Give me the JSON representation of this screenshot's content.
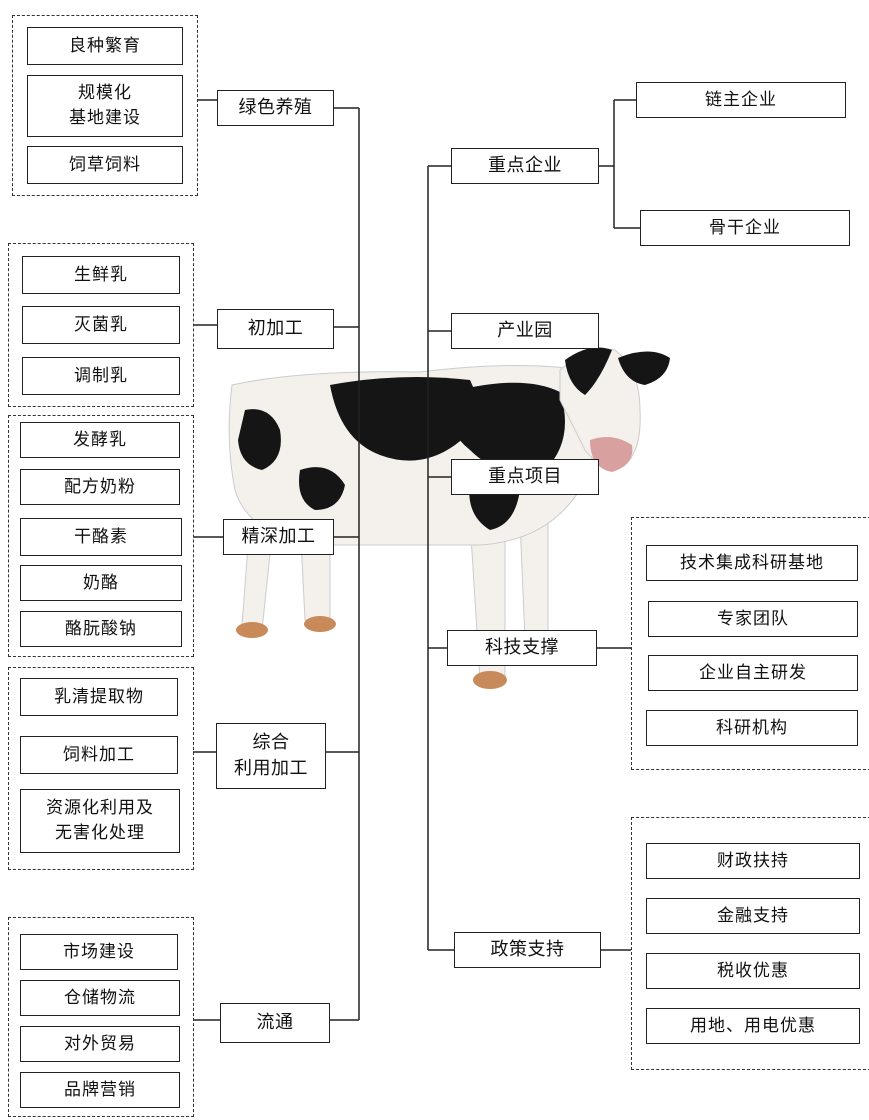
{
  "left_branches": [
    {
      "label": "绿色养殖",
      "items": [
        "良种繁育",
        "规模化\n基地建设",
        "饲草饲料"
      ]
    },
    {
      "label": "初加工",
      "items": [
        "生鲜乳",
        "灭菌乳",
        "调制乳"
      ]
    },
    {
      "label": "精深加工",
      "items": [
        "发酵乳",
        "配方奶粉",
        "干酪素",
        "奶酪",
        "酪朊酸钠"
      ]
    },
    {
      "label": "综合\n利用加工",
      "items": [
        "乳清提取物",
        "饲料加工",
        "资源化利用及\n无害化处理"
      ]
    },
    {
      "label": "流通",
      "items": [
        "市场建设",
        "仓储物流",
        "对外贸易",
        "品牌营销"
      ]
    }
  ],
  "right_branches": [
    {
      "label": "重点企业",
      "items": [
        "链主企业",
        "骨干企业"
      ]
    },
    {
      "label": "产业园",
      "items": []
    },
    {
      "label": "重点项目",
      "items": []
    },
    {
      "label": "科技支撑",
      "items": [
        "技术集成科研基地",
        "专家团队",
        "企业自主研发",
        "科研机构"
      ]
    },
    {
      "label": "政策支持",
      "items": [
        "财政扶持",
        "金融支持",
        "税收优惠",
        "用地、用电优惠"
      ]
    }
  ],
  "colors": {
    "line": "#222222",
    "cow_black": "#151515",
    "cow_white": "#f4f1ec",
    "hoof": "#c98a5a",
    "muzzle": "#d9a0a0"
  }
}
